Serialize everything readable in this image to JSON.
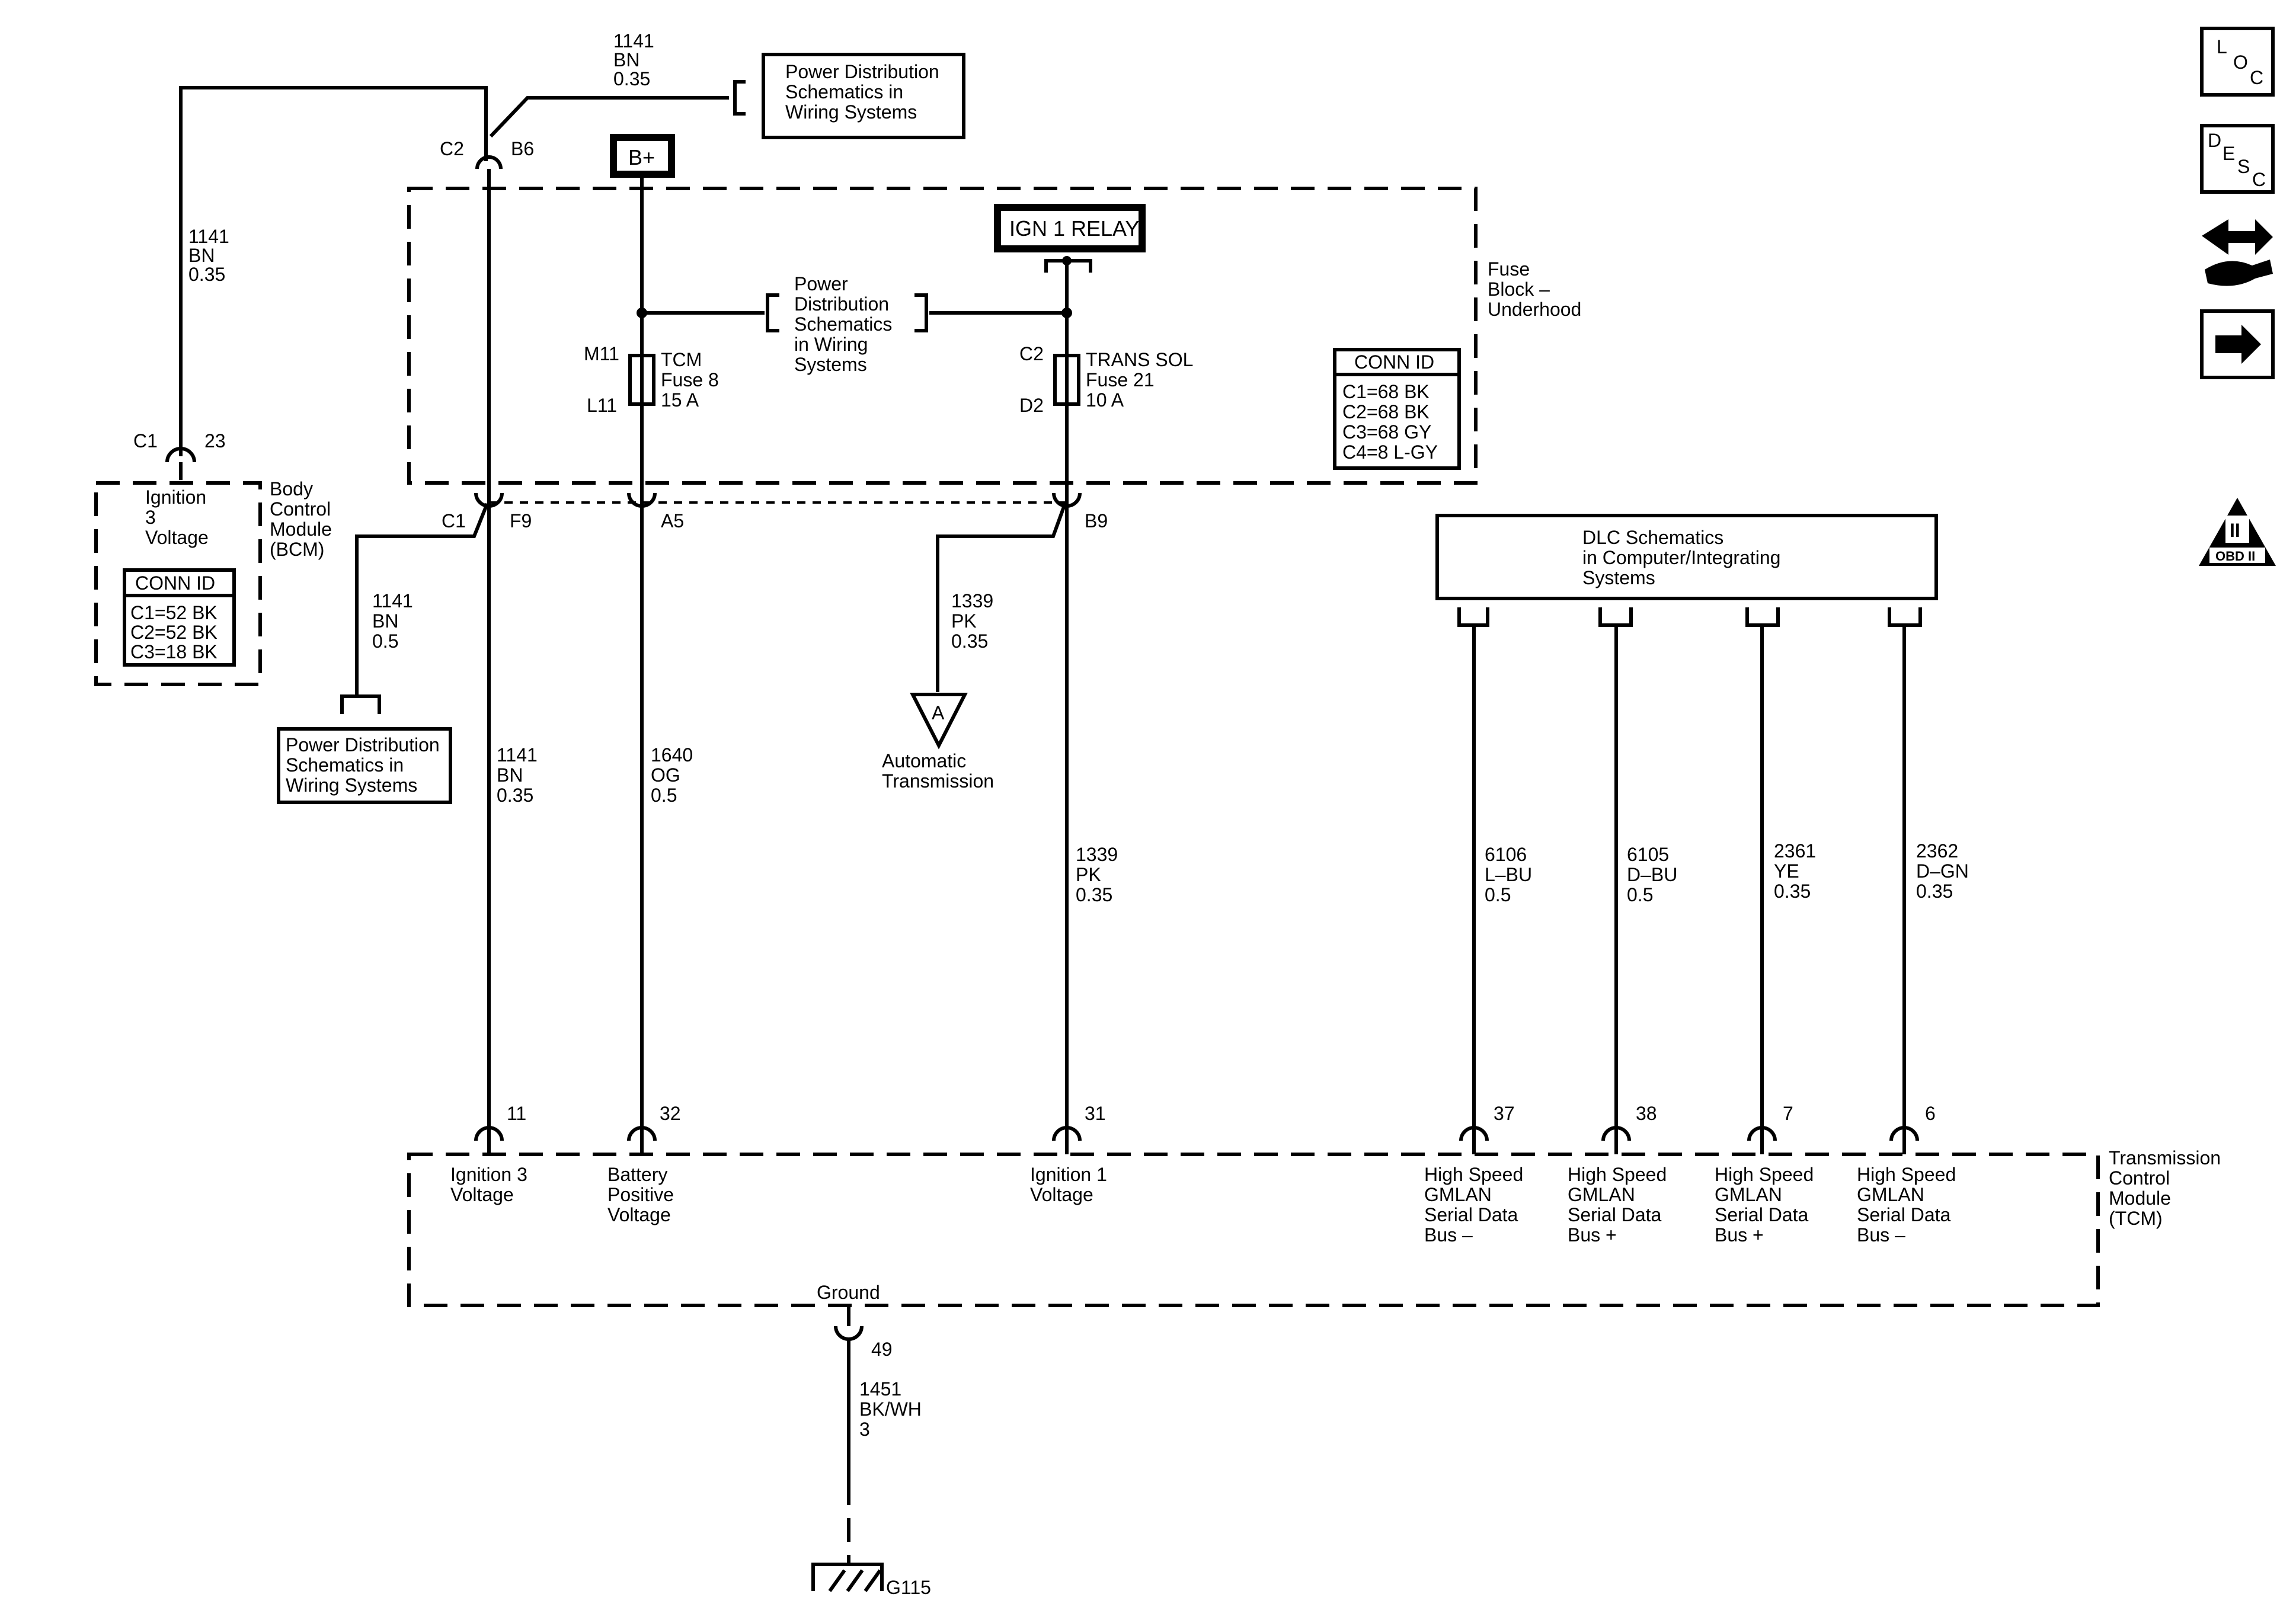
{
  "labels": {
    "c2_top": "C2",
    "b6_top": "B6",
    "wire_top_1141": "1141",
    "wire_top_bn": "BN",
    "wire_top_035": "0.35",
    "pds_top_1": "Power Distribution",
    "pds_top_2": "Schematics in",
    "pds_top_3": "Wiring Systems",
    "bplus": "B+",
    "ign1_relay": "IGN 1 RELAY",
    "fuse_block_1": "Fuse",
    "fuse_block_2": "Block –",
    "fuse_block_3": "Underhood",
    "left_1141": "1141",
    "left_bn": "BN",
    "left_035": "0.35",
    "pds_mid_1": "Power",
    "pds_mid_2": "Distribution",
    "pds_mid_3": "Schematics",
    "pds_mid_4": "in Wiring",
    "pds_mid_5": "Systems",
    "m11": "M11",
    "l11": "L11",
    "tcm_fuse_1": "TCM",
    "tcm_fuse_2": "Fuse 8",
    "tcm_fuse_3": "15 A",
    "c2_mid": "C2",
    "d2": "D2",
    "trans_fuse_1": "TRANS SOL",
    "trans_fuse_2": "Fuse 21",
    "trans_fuse_3": "10 A",
    "fb_conn_title": "CONN ID",
    "fb_conn_1": "C1=68 BK",
    "fb_conn_2": "C2=68 BK",
    "fb_conn_3": "C3=68 GY",
    "fb_conn_4": "C4=8 L-GY",
    "bcm_c1": "C1",
    "bcm_23": "23",
    "bcm_ign_1": "Ignition",
    "bcm_ign_2": "3",
    "bcm_ign_3": "Voltage",
    "bcm_name_1": "Body",
    "bcm_name_2": "Control",
    "bcm_name_3": "Module",
    "bcm_name_4": "(BCM)",
    "bcm_conn_title": "CONN ID",
    "bcm_conn_1": "C1=52 BK",
    "bcm_conn_2": "C2=52 BK",
    "bcm_conn_3": "C3=18 BK",
    "c1_mid": "C1",
    "f9": "F9",
    "a5": "A5",
    "b9": "B9",
    "w1141_05_1": "1141",
    "w1141_05_2": "BN",
    "w1141_05_3": "0.5",
    "pds_low_1": "Power Distribution",
    "pds_low_2": "Schematics in",
    "pds_low_3": "Wiring Systems",
    "w1141b_1": "1141",
    "w1141b_2": "BN",
    "w1141b_3": "0.35",
    "w1640_1": "1640",
    "w1640_2": "OG",
    "w1640_3": "0.5",
    "w1339a_1": "1339",
    "w1339a_2": "PK",
    "w1339a_3": "0.35",
    "auto_a": "A",
    "auto_1": "Automatic",
    "auto_2": "Transmission",
    "w1339b_1": "1339",
    "w1339b_2": "PK",
    "w1339b_3": "0.35",
    "dlc_1": "DLC Schematics",
    "dlc_2": "in Computer/Integrating",
    "dlc_3": "Systems",
    "w6106_1": "6106",
    "w6106_2": "L–BU",
    "w6106_3": "0.5",
    "w6105_1": "6105",
    "w6105_2": "D–BU",
    "w6105_3": "0.5",
    "w2361_1": "2361",
    "w2361_2": "YE",
    "w2361_3": "0.35",
    "w2362_1": "2362",
    "w2362_2": "D–GN",
    "w2362_3": "0.35",
    "pin_11": "11",
    "pin_32": "32",
    "pin_31": "31",
    "pin_37": "37",
    "pin_38": "38",
    "pin_7": "7",
    "pin_6": "6",
    "t_ign3_1": "Ignition 3",
    "t_ign3_2": "Voltage",
    "t_bat_1": "Battery",
    "t_bat_2": "Positive",
    "t_bat_3": "Voltage",
    "t_ign1_1": "Ignition 1",
    "t_ign1_2": "Voltage",
    "t_hs37_1": "High Speed",
    "t_hs37_2": "GMLAN",
    "t_hs37_3": "Serial Data",
    "t_hs37_4": "Bus –",
    "t_hs38_1": "High Speed",
    "t_hs38_2": "GMLAN",
    "t_hs38_3": "Serial Data",
    "t_hs38_4": "Bus +",
    "t_hs7_1": "High Speed",
    "t_hs7_2": "GMLAN",
    "t_hs7_3": "Serial Data",
    "t_hs7_4": "Bus +",
    "t_hs6_1": "High Speed",
    "t_hs6_2": "GMLAN",
    "t_hs6_3": "Serial Data",
    "t_hs6_4": "Bus –",
    "tcm_1": "Transmission",
    "tcm_2": "Control",
    "tcm_3": "Module",
    "tcm_4": "(TCM)",
    "ground": "Ground",
    "pin_49": "49",
    "w1451_1": "1451",
    "w1451_2": "BK/WH",
    "w1451_3": "3",
    "g115": "G115",
    "icon_loc_l": "L",
    "icon_loc_o": "O",
    "icon_loc_c": "C",
    "icon_desc_d": "D",
    "icon_desc_e": "E",
    "icon_desc_s": "S",
    "icon_desc_c": "C",
    "obd_ii": "II",
    "obd_text": "OBD II"
  }
}
